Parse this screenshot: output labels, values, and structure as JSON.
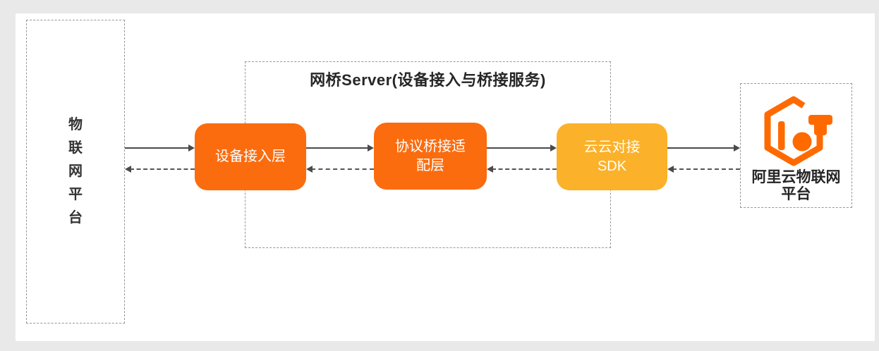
{
  "canvas": {
    "background_color": "#e9e9e9",
    "panel_color": "#ffffff"
  },
  "colors": {
    "node_orange": "#FB6C0F",
    "node_yellow": "#FBB12A",
    "logo_orange": "#FF6A00",
    "arrow_gray": "#4a4a4a",
    "dashed_border_gray": "#979797",
    "title_text": "#262626",
    "node_text": "#ffffff"
  },
  "left_platform": {
    "name": "物联网平台",
    "chars": [
      "物",
      "联",
      "网",
      "平",
      "台"
    ]
  },
  "bridge_server": {
    "title": "网桥Server(设备接入与桥接服务)"
  },
  "nodes": [
    {
      "id": "device-access-layer",
      "label": "设备接入层",
      "lines": [
        "设备接入层"
      ],
      "color": "#FB6C0F"
    },
    {
      "id": "protocol-bridge-adapter-layer",
      "label": "协议桥接适配层",
      "lines": [
        "协议桥接适",
        "配层"
      ],
      "color": "#FB6C0F"
    },
    {
      "id": "cloud-cloud-sdk",
      "label": "云云对接SDK",
      "lines": [
        "云云对接",
        "SDK"
      ],
      "color": "#FBB12A"
    }
  ],
  "aliyun_platform": {
    "name": "阿里云物联网平台",
    "lines": [
      "阿里云物联网",
      "平台"
    ],
    "logo_icon": "aliyun-iot-logo"
  },
  "flows": {
    "forward_link_style": "solid",
    "return_link_style": "dashed"
  }
}
